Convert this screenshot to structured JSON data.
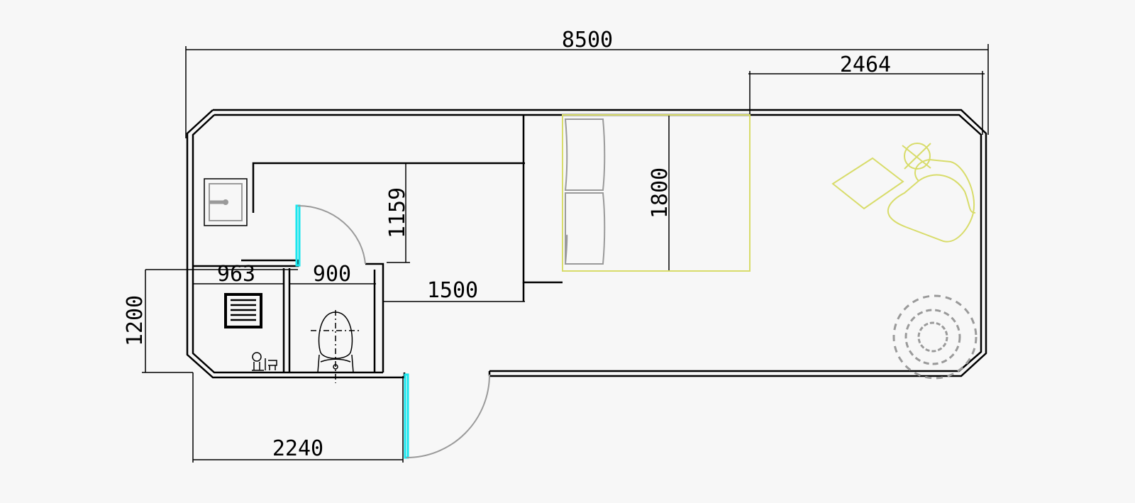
{
  "floor_plan": {
    "dimensions": {
      "overall_length": "8500",
      "living_area_length": "2464",
      "bed_width": "1800",
      "corridor_depth": "1159",
      "hall_length": "1500",
      "shower_width": "963",
      "toilet_width": "900",
      "bathroom_depth": "1200",
      "entry_length": "2240"
    },
    "colors": {
      "walls": "#000000",
      "furniture": "#d8dc6a",
      "doors": "#19e6ee",
      "fixtures": "#9a9a9a",
      "background": "#f7f7f7"
    }
  }
}
